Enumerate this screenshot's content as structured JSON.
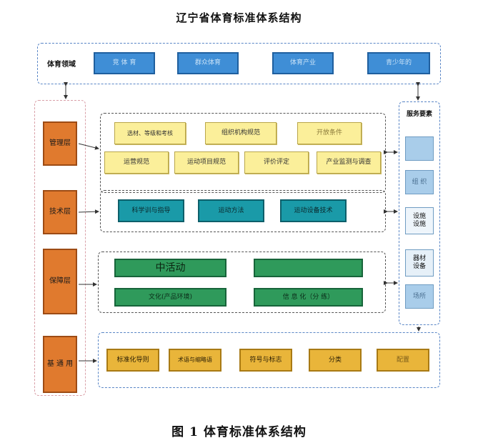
{
  "title": "辽宁省体育标准体系结构",
  "caption": "图 1  体育标准体系结构",
  "domain": {
    "label": "体育领域",
    "items": [
      "竞 体 育",
      "群众体育",
      "体育产业",
      "青少年的"
    ]
  },
  "layers": {
    "management": {
      "label": "管理层",
      "items": [
        "选材、等级和考核",
        "组织机构规范",
        "开放条件",
        "运营规范",
        "运动项目规范",
        "评价评定",
        "产业监测与调查"
      ]
    },
    "technical": {
      "label": "技术层",
      "items": [
        "科学训与指导",
        "运动方法",
        "运动设备技术"
      ]
    },
    "guarantee": {
      "label": "保障层",
      "items": [
        "中活动",
        "",
        "文化(产品环境)",
        "信 息 化（分 练）"
      ]
    },
    "basic": {
      "label": "基 通 用",
      "items": [
        "标准化导则",
        "术语与缩略语",
        "符号与标志",
        "分类",
        "配置"
      ]
    }
  },
  "service": {
    "label": "服务要素",
    "items": [
      "",
      "组 织",
      "设施\n设施",
      "器材\n设备",
      "场所"
    ]
  }
}
